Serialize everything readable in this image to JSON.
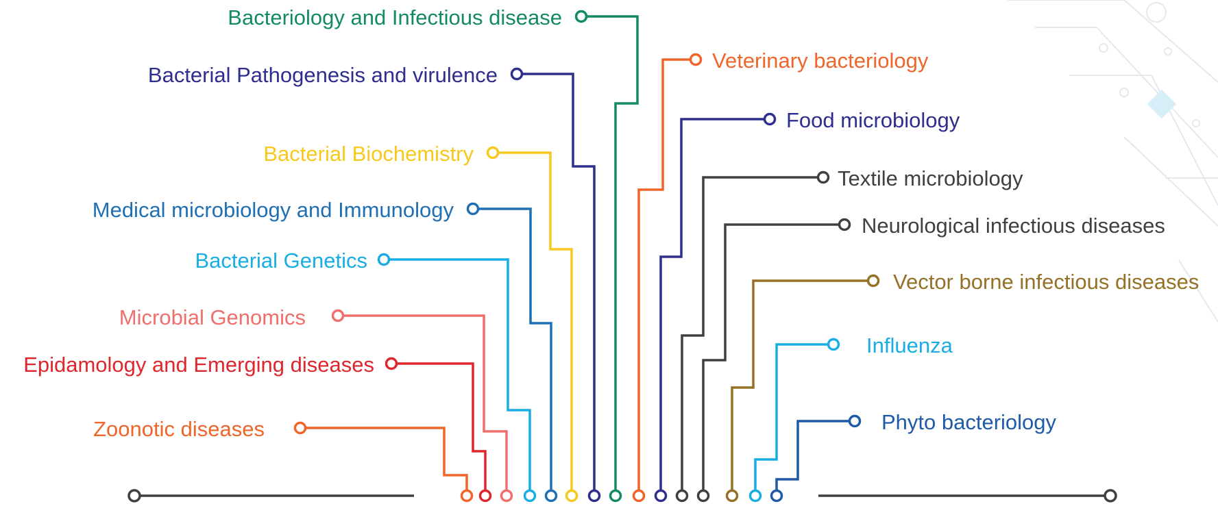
{
  "topics_left": [
    {
      "label": "Bacteriology and Infectious disease",
      "color": "#128c5e"
    },
    {
      "label": "Bacterial Pathogenesis and virulence",
      "color": "#2e2e8f"
    },
    {
      "label": "Bacterial Biochemistry",
      "color": "#f7c81e"
    },
    {
      "label": "Medical microbiology and Immunology",
      "color": "#1f6fb4"
    },
    {
      "label": "Bacterial Genetics",
      "color": "#19ade5"
    },
    {
      "label": "Microbial Genomics",
      "color": "#ef6f6c"
    },
    {
      "label": "Epidamology and Emerging diseases",
      "color": "#e0262d"
    },
    {
      "label": "Zoonotic diseases",
      "color": "#f06529"
    }
  ],
  "topics_right": [
    {
      "label": "Veterinary bacteriology",
      "color": "#f06529"
    },
    {
      "label": "Food microbiology",
      "color": "#2e2e8f"
    },
    {
      "label": "Textile microbiology",
      "color": "#404040"
    },
    {
      "label": "Neurological infectious diseases",
      "color": "#404040"
    },
    {
      "label": "Vector borne infectious diseases",
      "color": "#947127"
    },
    {
      "label": "Influenza",
      "color": "#19ade5"
    },
    {
      "label": "Phyto bacteriology",
      "color": "#1f5aa8"
    }
  ],
  "baseline_color": "#404040"
}
